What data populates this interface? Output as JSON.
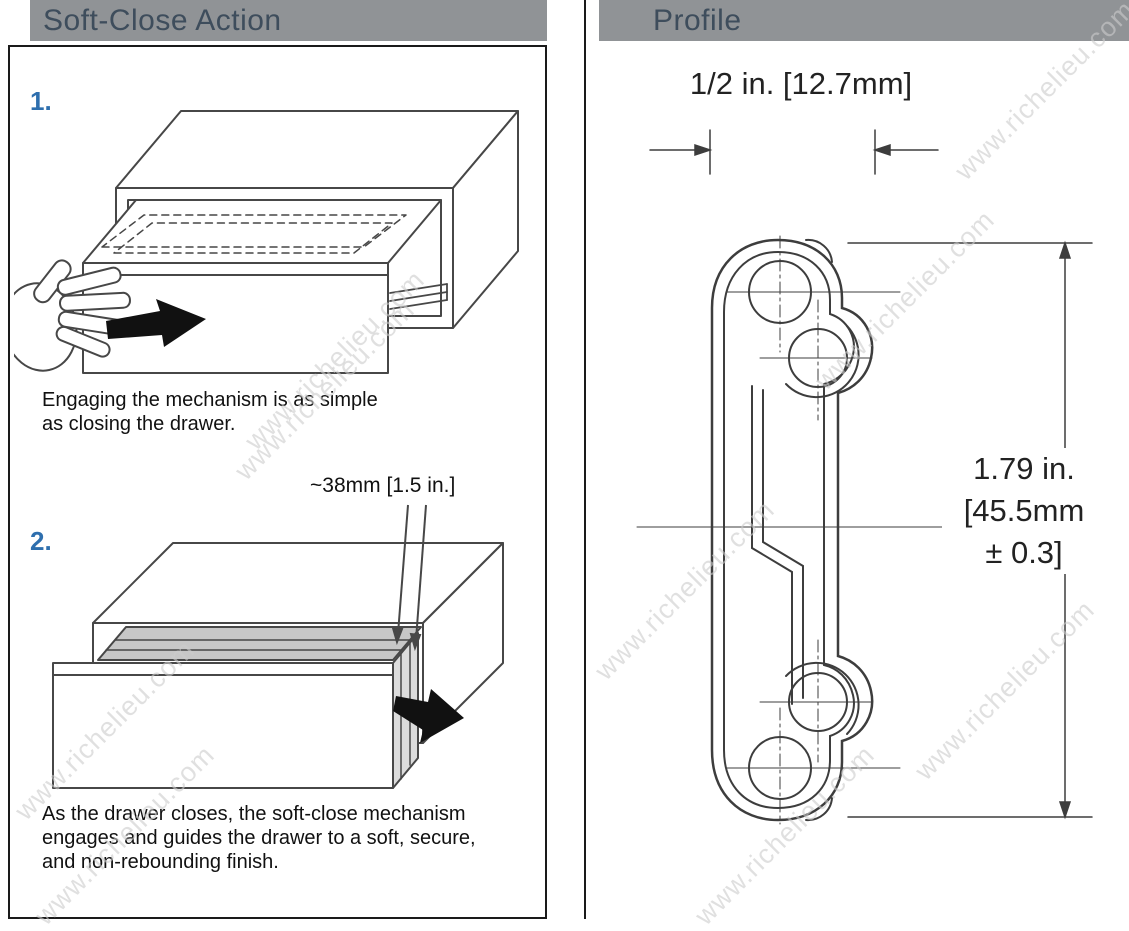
{
  "watermark": "www.richelieu.com",
  "colors": {
    "header_bg": "#909396",
    "header_text": "#3e4d5c",
    "step_number": "#2e6fae",
    "body_text": "#111111",
    "line_art": "#474747",
    "slide_gap_fill": "#c7c7c7"
  },
  "left_panel": {
    "title": "Soft-Close Action",
    "step1": {
      "number": "1.",
      "caption_lines": [
        "Engaging the mechanism is as simple",
        "as closing the drawer."
      ]
    },
    "step2": {
      "number": "2.",
      "dimension_label": "~38mm [1.5 in.]",
      "caption_lines": [
        "As the drawer closes, the soft-close mechanism",
        "engages and guides the drawer to a soft, secure,",
        "and non-rebounding finish."
      ]
    }
  },
  "right_panel": {
    "title": "Profile",
    "width_dimension": "1/2 in. [12.7mm]",
    "height_dimension": [
      "1.79 in.",
      "[45.5mm",
      "± 0.3]"
    ]
  }
}
